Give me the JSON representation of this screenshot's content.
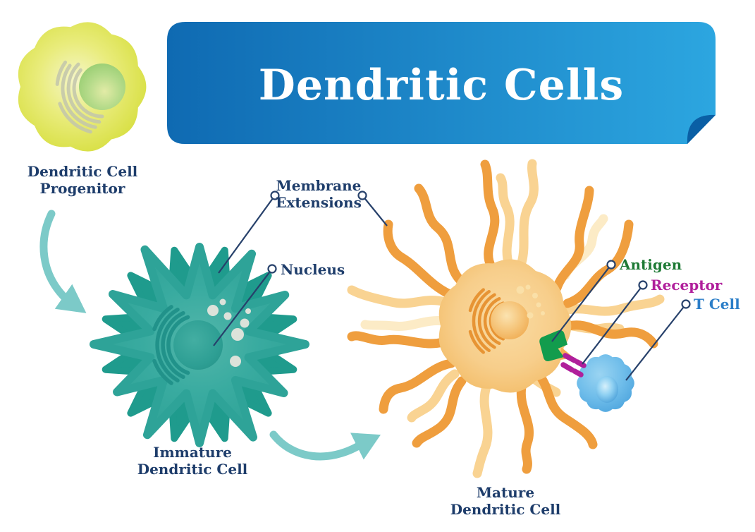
{
  "title": {
    "text": "Dendritic Cells"
  },
  "cells": {
    "progenitor": {
      "label_line1": "Dendritic Cell",
      "label_line2": "Progenitor"
    },
    "immature": {
      "label_line1": "Immature",
      "label_line2": "Dendritic Cell"
    },
    "mature": {
      "label_line1": "Mature",
      "label_line2": "Dendritic Cell"
    }
  },
  "annotations": {
    "membrane": {
      "line1": "Membrane",
      "line2": "Extensions"
    },
    "nucleus": {
      "label": "Nucleus"
    },
    "antigen": {
      "label": "Antigen"
    },
    "receptor": {
      "label": "Receptor"
    },
    "t_cell": {
      "label": "T Cell"
    }
  },
  "colors": {
    "banner_start": "#0F6AB2",
    "banner_end": "#2CA6E0",
    "banner_fold": "#0A5FA5",
    "title_text": "#FFFFFF",
    "label_text": "#1E3D6B",
    "leader_line": "#27416B",
    "arrow": "#7CCAC8",
    "progenitor_body": "#DEE24E",
    "progenitor_nucleus": "#A9D57E",
    "progenitor_er": "#C3C6AC",
    "immature_body": "#34A89D",
    "immature_back_spikes": "#1F9B8D",
    "immature_nucleus": "#2E9F94",
    "immature_er": "#21928A",
    "vesicle": "#DCE2DA",
    "mature_body": "#F6C87E",
    "mature_er": "#E79434",
    "mature_vesicle": "#FAE0A8",
    "tentacle_dark": "#EF9E3E",
    "tentacle_pale": "#F9D392",
    "tentacle_cream": "#FCEBC6",
    "antigen_text": "#1E7A35",
    "antigen_shape": "#129C4D",
    "antigen_tip": "#F5AF52",
    "receptor": "#B01F9B",
    "tcell_text": "#2B7EC8",
    "tcell_body": "#64B9E8",
    "tcell_nucleus": "#47A3DC"
  }
}
